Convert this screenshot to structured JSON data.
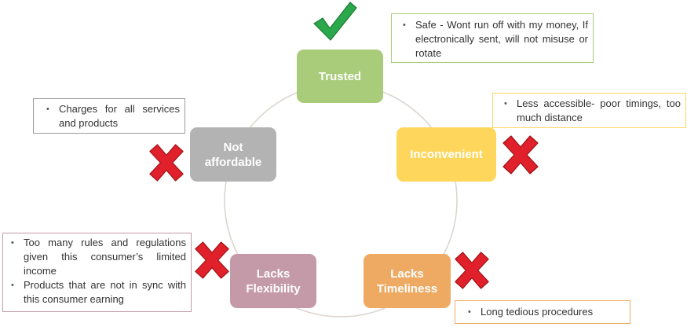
{
  "colors": {
    "ring": "#dcd6d0",
    "trusted": "#a9cc7a",
    "inconvenient": "#ffd65c",
    "not_affordable": "#b3b3b3",
    "lacks_flexibility": "#c59aa8",
    "lacks_timeliness": "#eeaa62",
    "check": "#2aa84b",
    "cross": "#e0202a",
    "note_border_trusted": "#a9cc7a",
    "note_border_inconvenient": "#ffd65c",
    "note_border_affordable": "#9a9a9a",
    "note_border_flexibility": "#c59aa8",
    "note_border_timeliness": "#eeaa62"
  },
  "nodes": {
    "trusted": {
      "label": "Trusted",
      "status": "check"
    },
    "inconvenient": {
      "label": "Inconvenient",
      "status": "cross"
    },
    "not_affordable": {
      "label_line1": "Not",
      "label_line2": "affordable",
      "status": "cross"
    },
    "lacks_flexibility": {
      "label_line1": "Lacks",
      "label_line2": "Flexibility",
      "status": "cross"
    },
    "lacks_timeliness": {
      "label_line1": "Lacks",
      "label_line2": "Timeliness",
      "status": "cross"
    }
  },
  "notes": {
    "trusted": [
      "Safe - Wont run off with my money, If electronically sent, will not misuse or rotate"
    ],
    "inconvenient": [
      "Less accessible- poor timings, too much distance"
    ],
    "not_affordable": [
      "Charges for all services and products"
    ],
    "lacks_flexibility": [
      "Too many rules and regulations given this consumer’s limited income",
      "Products that are not in sync with this consumer earning"
    ],
    "lacks_timeliness": [
      "Long tedious procedures"
    ]
  },
  "icons": {
    "check": "check-mark-icon",
    "cross": "cross-mark-icon"
  }
}
